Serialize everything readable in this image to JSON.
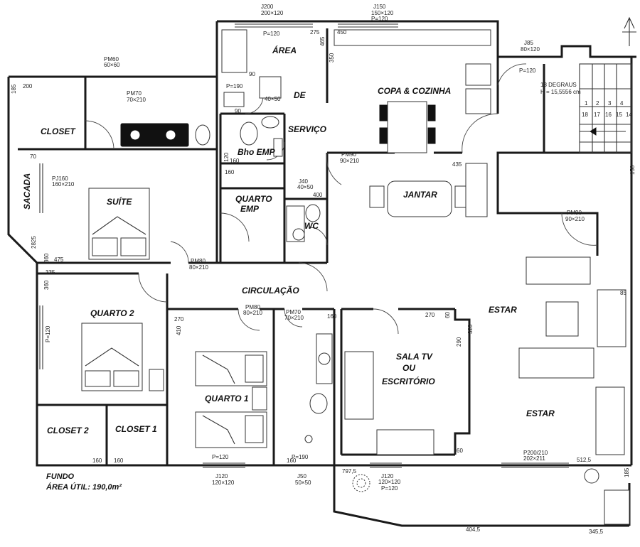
{
  "rooms": {
    "area": "ÁREA",
    "de": "DE",
    "servico": "SERVIÇO",
    "copa": "COPA & COZINHA",
    "closet": "CLOSET",
    "bho": "Bho EMP",
    "quarto_emp_1": "QUARTO",
    "quarto_emp_2": "EMP",
    "wc": "WC",
    "jantar": "JANTAR",
    "sacada": "SACADA",
    "suite": "SUÍTE",
    "circulacao": "CIRCULAÇÃO",
    "quarto2": "QUARTO 2",
    "quarto1": "QUARTO 1",
    "salatv_1": "SALA TV",
    "salatv_2": "OU",
    "salatv_3": "ESCRITÓRIO",
    "estar_upper": "ESTAR",
    "estar_lower": "ESTAR",
    "closet2": "CLOSET 2",
    "closet1": "CLOSET 1"
  },
  "footer": {
    "title": "FUNDO",
    "area": "ÁREA ÚTIL: 190,0m²"
  },
  "stairs": {
    "label1": "18 DEGRAUS",
    "label2": "H = 15,5556 cm",
    "row1": [
      "1",
      "2",
      "3",
      "4"
    ],
    "row2": [
      "18",
      "17",
      "16",
      "15",
      "14"
    ]
  },
  "dims": {
    "j1": "J200",
    "j1b": "200×120",
    "j2": "J150",
    "j2b": "150×120",
    "j2c": "P=120",
    "p120_top": "P=120",
    "d275": "275",
    "d450": "450",
    "d465": "465",
    "d350": "350",
    "pm60": "PM60",
    "pm60b": "60×60",
    "pm70": "PM70",
    "pm70b": "70×210",
    "j85": "J85",
    "j85b": "80×120",
    "p120_stairs": "P=120",
    "d185": "185",
    "d200": "200",
    "p190_serv": "P=190",
    "d90": "90",
    "d90b": "90",
    "d150": "150",
    "d435": "435",
    "d120": "120",
    "d160a": "160",
    "d160b": "160",
    "d400": "400",
    "d70": "70",
    "d2825": "2825",
    "d360": "360",
    "d475": "475",
    "d335": "335",
    "d360b": "360",
    "d270a": "270",
    "d410": "410",
    "d270b": "270",
    "d160c": "160",
    "d60a": "60",
    "d320": "320",
    "d290": "290",
    "d60b": "60",
    "d85": "85",
    "p120_q2": "P=120",
    "p120_q1": "P=120",
    "p190_wc": "P=190",
    "d160d": "160",
    "d160e": "160",
    "d160f": "160",
    "d5125": "512,5",
    "d185b": "185",
    "d7975": "797,5",
    "j120": "J120",
    "j120b": "120×120",
    "j120c": "P=120",
    "j120d": "120×120",
    "j120e": "J120",
    "j50": "J50",
    "j50b": "50×50",
    "d4045": "404,5",
    "d3455": "345,5",
    "pm80a": "PM80",
    "pm80ab": "80×210",
    "pm80b": "PM80",
    "pm80bb": "80×210",
    "pm90": "PM90",
    "pm90b": "90×210",
    "pm90c": "PM90",
    "pm90cb": "90×210",
    "pm70x": "PM70",
    "pm70xb": "70×210",
    "j40": "J40",
    "j40b": "40×50",
    "j40c": "40×50",
    "p200": "P200/210",
    "p200b": "202×211",
    "pf160": "PJ160",
    "pf160b": "160×210"
  }
}
